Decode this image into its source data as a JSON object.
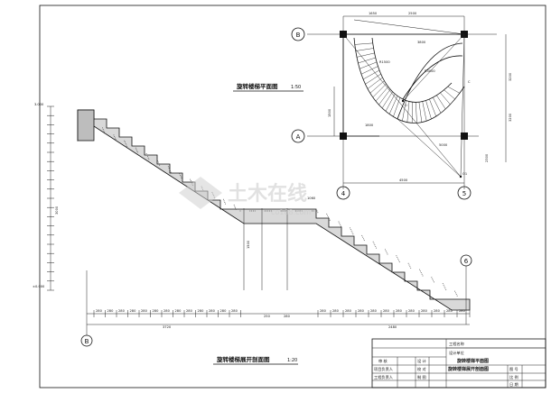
{
  "drawing": {
    "plan_title": "旋转楼梯平面图",
    "plan_scale": "1:50",
    "section_title": "旋转楼梯展开剖面图",
    "section_scale": "1:20"
  },
  "axes": {
    "B": "B",
    "A": "A",
    "four": "4",
    "five": "5",
    "six": "6",
    "O": "O",
    "O1": "O1",
    "C": "C"
  },
  "plan_dims": {
    "top_a": "1650",
    "top_b": "2500",
    "left": "1500",
    "bottom": "4500",
    "radial_1": "3800",
    "radial_2": "1800",
    "radial_3": "5000",
    "right_top": "3200",
    "right_bot": "3200",
    "right_low": "2300",
    "arc_1": "R1500",
    "arc_2": "R3000"
  },
  "section_dims": {
    "top_level": "3.000",
    "bottom_level": "±0.000",
    "total_height": "3000",
    "landing_len": "1060",
    "mid_height": "1500",
    "bottom_left_total": "3720",
    "bottom_right_total": "2480",
    "landing_a": "250",
    "landing_b": "280",
    "tread_label": "280",
    "riser_label": "150"
  },
  "title_block": {
    "project_label": "工程名称",
    "design_unit": "设计单位",
    "drawing_name_1": "旋转楼梯平面图",
    "drawing_name_2": "旋转楼梯展开剖面图",
    "row1_a": "审 核",
    "row1_b": "设 计",
    "row2_a": "项目负责人",
    "row2_b": "校 对",
    "row3_a": "工程负责人",
    "row3_b": "制 图",
    "col_r1": "图 号",
    "col_r2": "比 例",
    "col_r3": "日 期"
  },
  "watermark": {
    "main": "土木在线",
    "sub": "co188.com"
  }
}
